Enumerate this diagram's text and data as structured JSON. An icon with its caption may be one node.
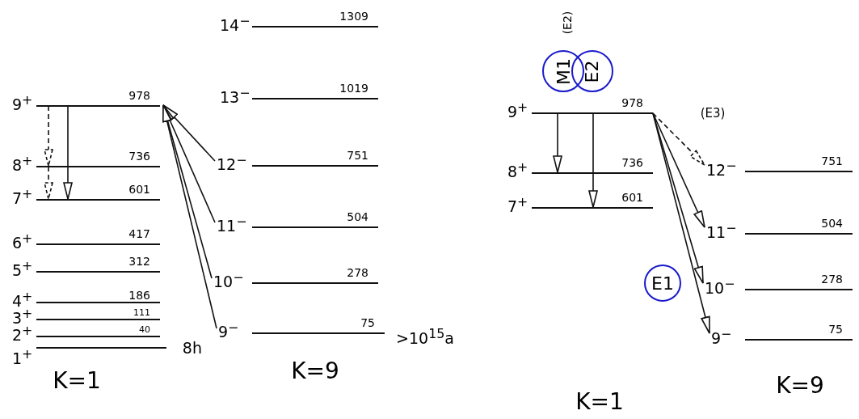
{
  "diagram": {
    "nodes": [
      {
        "text": [
          "9$^{+}$",
          "978"
        ]
      },
      {
        "text": [
          "8$^{+}$",
          "736"
        ]
      },
      {
        "text": [
          "7$^{+}$",
          "601"
        ]
      },
      {
        "text": [
          "6$^{+}$",
          "417"
        ]
      },
      {
        "text": [
          "5$^{+}$",
          "312"
        ]
      },
      {
        "text": [
          "4$^{+}$",
          "186"
        ]
      },
      {
        "text": [
          "3$^{+}$",
          "111"
        ]
      },
      {
        "text": [
          "2$^{+}$",
          "40"
        ]
      },
      {
        "text": [
          "1$^{+}$"
        ],
        "beside": [
          "8h"
        ]
      },
      {
        "text": [
          "14$^{−}$",
          "1309"
        ]
      },
      {
        "text": [
          "13$^{−}$",
          "1019"
        ]
      },
      {
        "text": [
          "12$^{−}$",
          "751"
        ]
      },
      {
        "text": [
          "11$^{−}$",
          "504"
        ]
      },
      {
        "text": [
          "10$^{−}$",
          "278"
        ]
      },
      {
        "text": [
          "9$^{−}$",
          "75"
        ],
        "beside": [
          ">10$^{15}$a"
        ]
      },
      {
        "text": [
          "M1"
        ]
      },
      {
        "text": [
          "E2"
        ]
      },
      {
        "text": [
          "9$^{+}$",
          "978"
        ]
      },
      {
        "text": [
          "8$^{+}$",
          "736"
        ]
      },
      {
        "text": [
          "7$^{+}$",
          "601"
        ]
      },
      {
        "text": [
          "12$^{−}$",
          "751"
        ]
      },
      {
        "text": [
          "11$^{−}$",
          "504"
        ]
      },
      {
        "text": [
          "10$^{−}$",
          "278"
        ]
      },
      {
        "text": [
          "9$^{−}$",
          "75"
        ]
      },
      {
        "text": [
          "E1"
        ]
      }
    ],
    "edges": [
      {
        "from": 0,
        "to": 1,
        "arrow": "to",
        "style": "dashed"
      },
      {
        "from": 1,
        "to": 2,
        "arrow": "to",
        "style": "dashed"
      },
      {
        "from": 0,
        "to": 2,
        "arrow": "to"
      },
      {
        "from": 11,
        "to": 0,
        "arrow": "to"
      },
      {
        "from": 12,
        "to": 0,
        "arrow": "to"
      },
      {
        "from": 13,
        "to": 0,
        "arrow": "to"
      },
      {
        "from": 14,
        "to": 0,
        "arrow": "to"
      },
      {
        "from": 17,
        "to": 18,
        "arrow": "to"
      },
      {
        "from": 17,
        "to": 19,
        "arrow": "to"
      },
      {
        "from": 17,
        "to": 20,
        "arrow": "to",
        "style": "dashed"
      },
      {
        "from": 17,
        "to": 21,
        "arrow": "to"
      },
      {
        "from": 17,
        "to": 22,
        "arrow": "to"
      },
      {
        "from": 17,
        "to": 23,
        "arrow": "to"
      }
    ],
    "labels": [
      "K=1",
      "K=9",
      "(E2)",
      "(E3)",
      "K=1",
      "K=9"
    ]
  }
}
